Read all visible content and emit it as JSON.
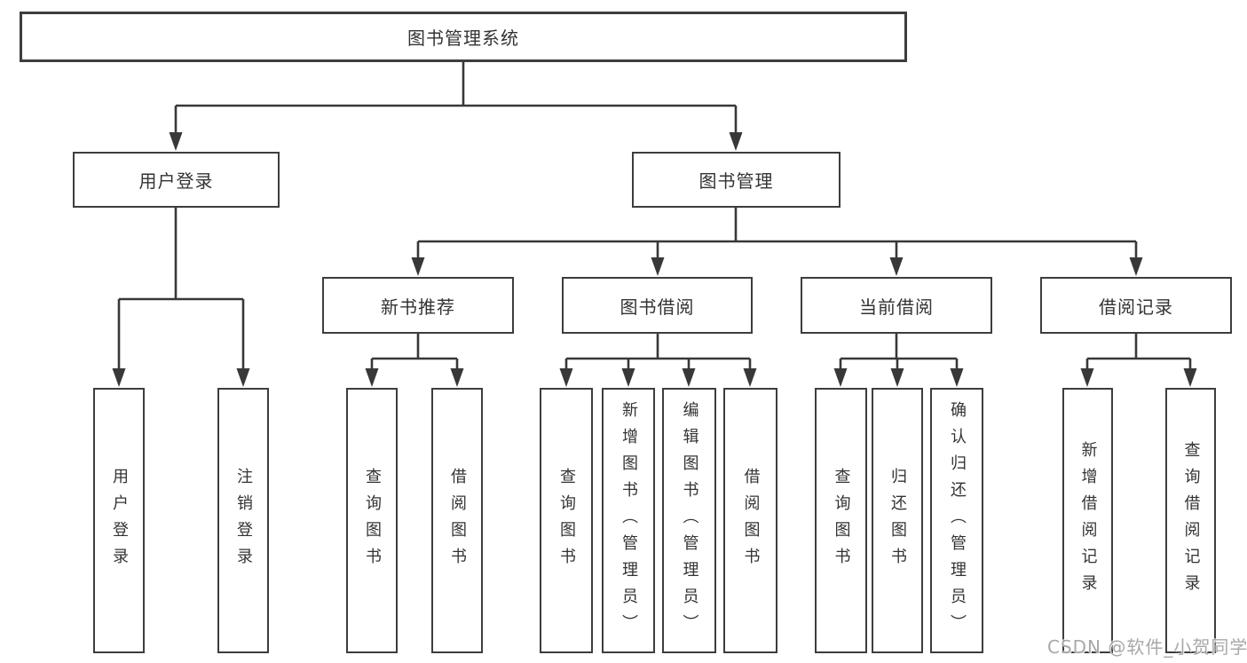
{
  "tree": {
    "label": "图书管理系统",
    "children": [
      {
        "label": "用户登录",
        "children": [
          {
            "label": "用户登录"
          },
          {
            "label": "注销登录"
          }
        ]
      },
      {
        "label": "图书管理",
        "children": [
          {
            "label": "新书推荐",
            "children": [
              {
                "label": "查询图书"
              },
              {
                "label": "借阅图书"
              }
            ]
          },
          {
            "label": "图书借阅",
            "children": [
              {
                "label": "查询图书"
              },
              {
                "label": "新增图书（管理员）"
              },
              {
                "label": "编辑图书（管理员）"
              },
              {
                "label": "借阅图书"
              }
            ]
          },
          {
            "label": "当前借阅",
            "children": [
              {
                "label": "查询图书"
              },
              {
                "label": "归还图书"
              },
              {
                "label": "确认归还（管理员）"
              }
            ]
          },
          {
            "label": "借阅记录",
            "children": [
              {
                "label": "新增借阅记录"
              },
              {
                "label": "查询借阅记录"
              }
            ]
          }
        ]
      }
    ]
  },
  "watermark": {
    "text": "CSDN @软件_小贺同学"
  },
  "colors": {
    "line": "#383838",
    "box_border": "#3d3d3d",
    "text": "#333333",
    "watermark": "#a8a8a8",
    "background": "#ffffff"
  }
}
